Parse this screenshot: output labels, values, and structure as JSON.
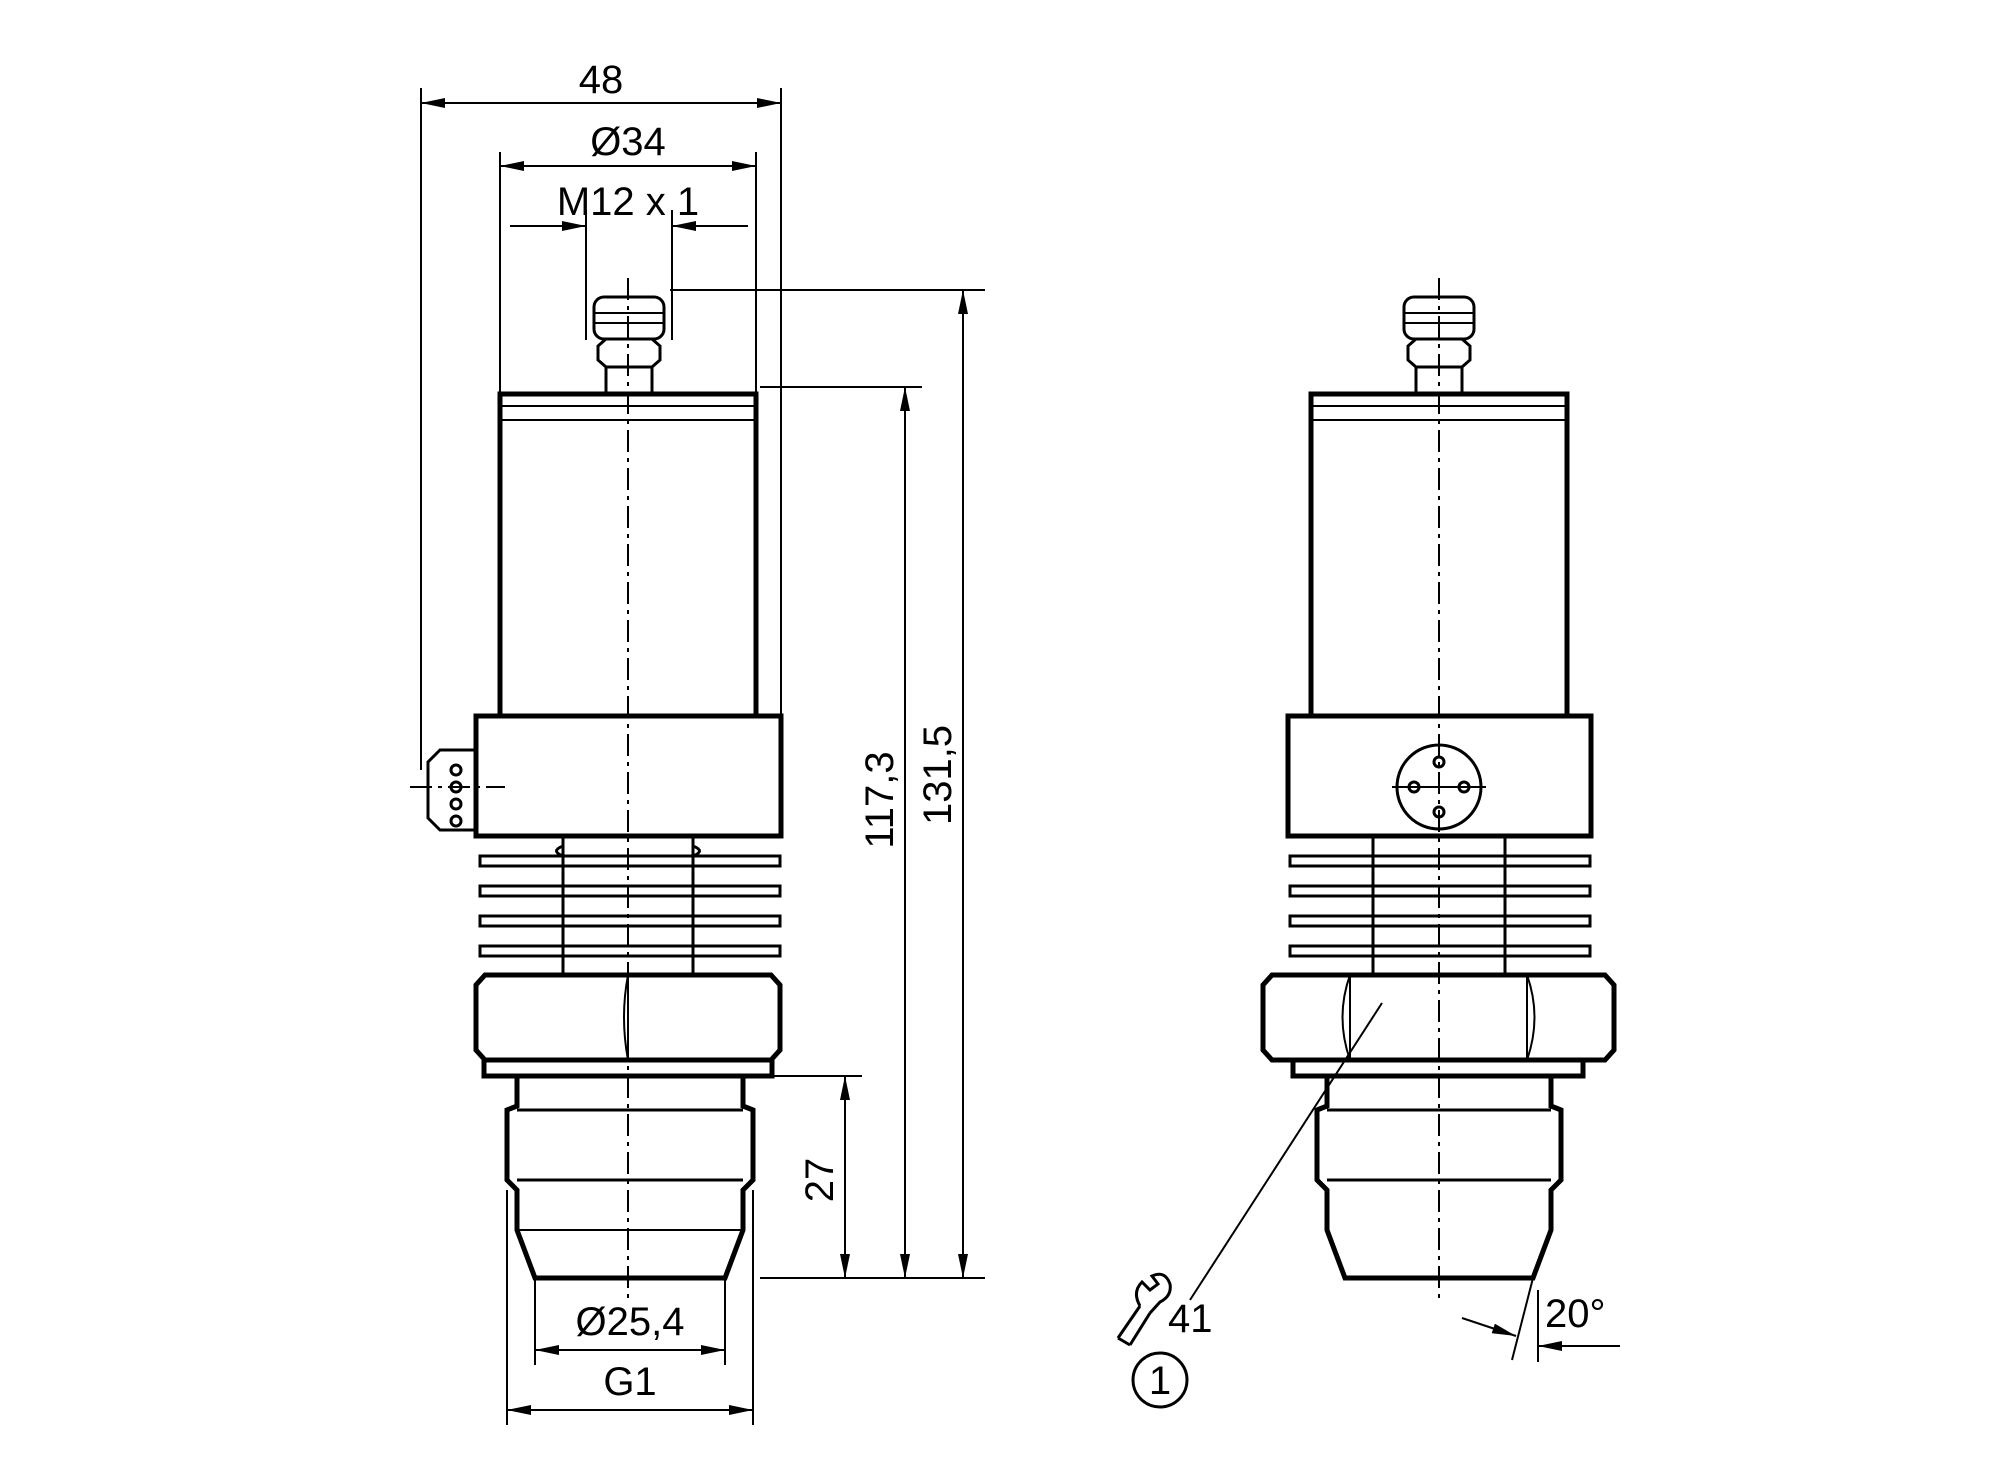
{
  "dimensions": {
    "width_total": "48",
    "housing_diameter": "Ø34",
    "connector_thread": "M12 x 1",
    "height_housing": "117,3",
    "height_total": "131,5",
    "thread_length": "27",
    "tip_diameter": "Ø25,4",
    "process_thread": "G1",
    "wrench_size": "41",
    "angle": "20°",
    "callout": "1"
  }
}
